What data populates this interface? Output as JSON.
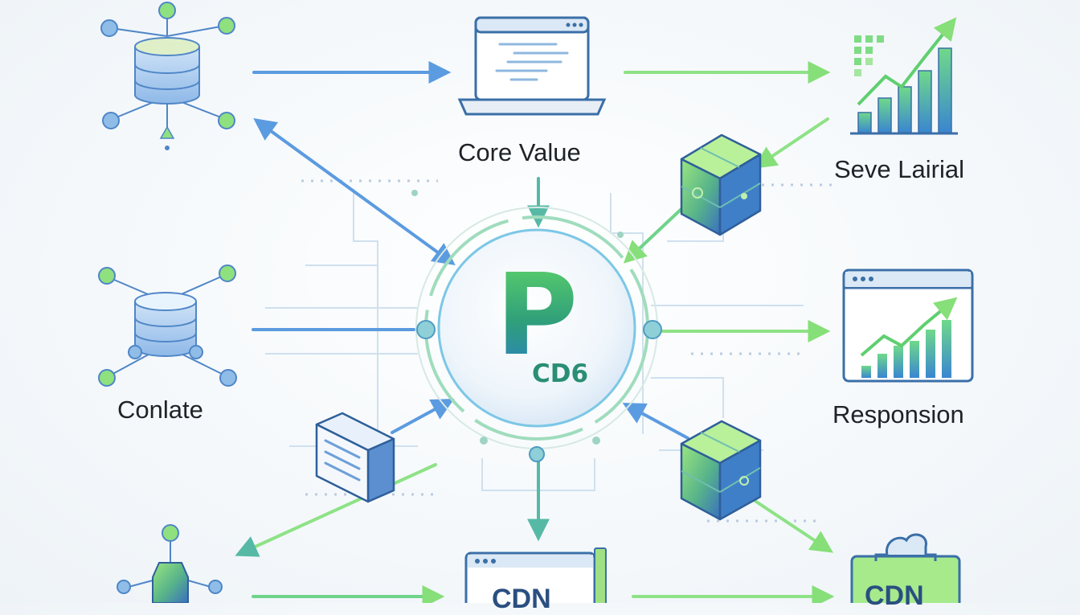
{
  "hub": {
    "letter": "P",
    "sub": "CD6"
  },
  "labels": {
    "core_value": "Core Value",
    "seve_lairial": "Seve Lairial",
    "conlate": "Conlate",
    "responsion": "Responsion",
    "cdn_bottom_center": "CDN",
    "cdn_bottom_right": "CDN"
  },
  "colors": {
    "blue": "#5b9be0",
    "green": "#7ee07a",
    "teal": "#4fb3a3",
    "dark_blue": "#3a6fa8"
  }
}
